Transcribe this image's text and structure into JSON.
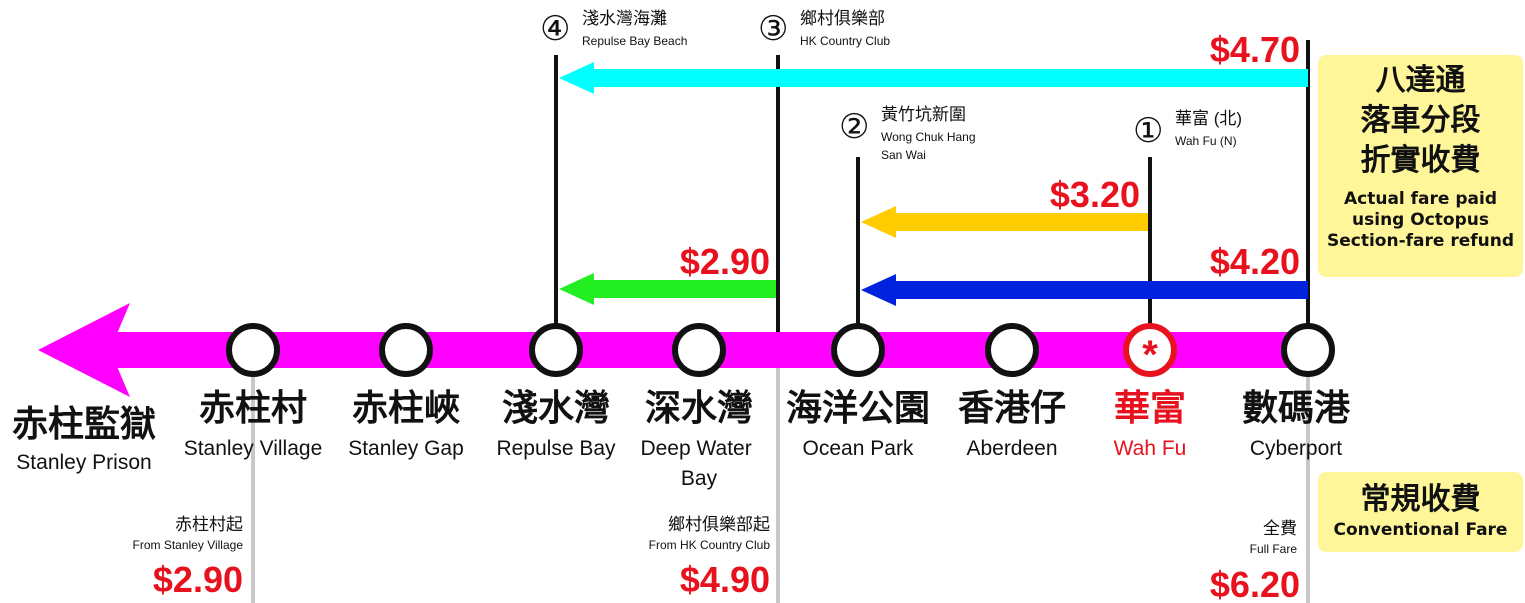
{
  "colors": {
    "route": "#ff00ff",
    "highlight": "#e8121f",
    "arrow_cyan": "#00ffff",
    "arrow_yellow": "#ffcc00",
    "arrow_green": "#22ee22",
    "arrow_blue": "#0022dd",
    "panel": "#fff69a"
  },
  "stops": [
    {
      "zh": "赤柱監獄",
      "en": "Stanley Prison",
      "terminal": true
    },
    {
      "zh": "赤柱村",
      "en": "Stanley Village"
    },
    {
      "zh": "赤柱峽",
      "en": "Stanley Gap"
    },
    {
      "zh": "淺水灣",
      "en": "Repulse Bay"
    },
    {
      "zh": "深水灣",
      "en": "Deep Water Bay"
    },
    {
      "zh": "海洋公園",
      "en": "Ocean Park"
    },
    {
      "zh": "香港仔",
      "en": "Aberdeen"
    },
    {
      "zh": "華富",
      "en": "Wah Fu",
      "current": true
    },
    {
      "zh": "數碼港",
      "en": "Cyberport"
    }
  ],
  "section_points": [
    {
      "num": "④",
      "zh": "淺水灣海灘",
      "en": "Repulse Bay Beach"
    },
    {
      "num": "③",
      "zh": "鄉村俱樂部",
      "en": "HK Country Club"
    },
    {
      "num": "②",
      "zh": "黃竹坑新圍",
      "en": "Wong Chuk Hang San Wai"
    },
    {
      "num": "①",
      "zh": "華富 (北)",
      "en": "Wah Fu (N)"
    }
  ],
  "octopus_fares": [
    {
      "price": "$4.70",
      "color": "cyan"
    },
    {
      "price": "$3.20",
      "color": "yellow"
    },
    {
      "price": "$2.90",
      "color": "green"
    },
    {
      "price": "$4.20",
      "color": "blue"
    }
  ],
  "octopus_box": {
    "zh_lines": [
      "八達通",
      "落車分段",
      "折實收費"
    ],
    "en_lines": [
      "Actual fare paid",
      "using Octopus",
      "Section-fare refund"
    ]
  },
  "conventional": {
    "box": {
      "zh": "常規收費",
      "en": "Conventional Fare"
    },
    "fares": [
      {
        "zh": "赤柱村起",
        "en": "From Stanley Village",
        "price": "$2.90"
      },
      {
        "zh": "鄉村俱樂部起",
        "en": "From HK Country Club",
        "price": "$4.90"
      },
      {
        "zh": "全費",
        "en": "Full Fare",
        "price": "$6.20"
      }
    ]
  }
}
